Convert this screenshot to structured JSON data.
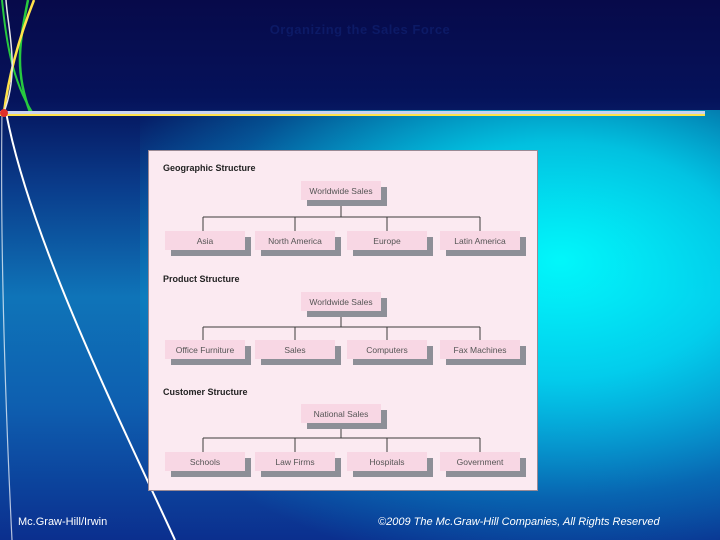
{
  "slide": {
    "title": "Organizing the Sales Force",
    "footer_left": "Mc.Graw-Hill/Irwin",
    "footer_right": "©2009 The Mc.Graw-Hill Companies, All Rights Reserved"
  },
  "figure": {
    "sections": [
      {
        "title": "Geographic Structure",
        "root": "Worldwide Sales",
        "children": [
          "Asia",
          "North America",
          "Europe",
          "Latin America"
        ]
      },
      {
        "title": "Product Structure",
        "root": "Worldwide Sales",
        "children": [
          "Office Furniture",
          "Sales",
          "Computers",
          "Fax Machines"
        ]
      },
      {
        "title": "Customer Structure",
        "root": "National Sales",
        "children": [
          "Schools",
          "Law Firms",
          "Hospitals",
          "Government"
        ]
      }
    ]
  },
  "colors": {
    "node_fill": "#f8d7e4",
    "node_shadow": "#8d8f97",
    "figure_background": "#fbeaf1",
    "accent_line": "#ffe24a"
  }
}
